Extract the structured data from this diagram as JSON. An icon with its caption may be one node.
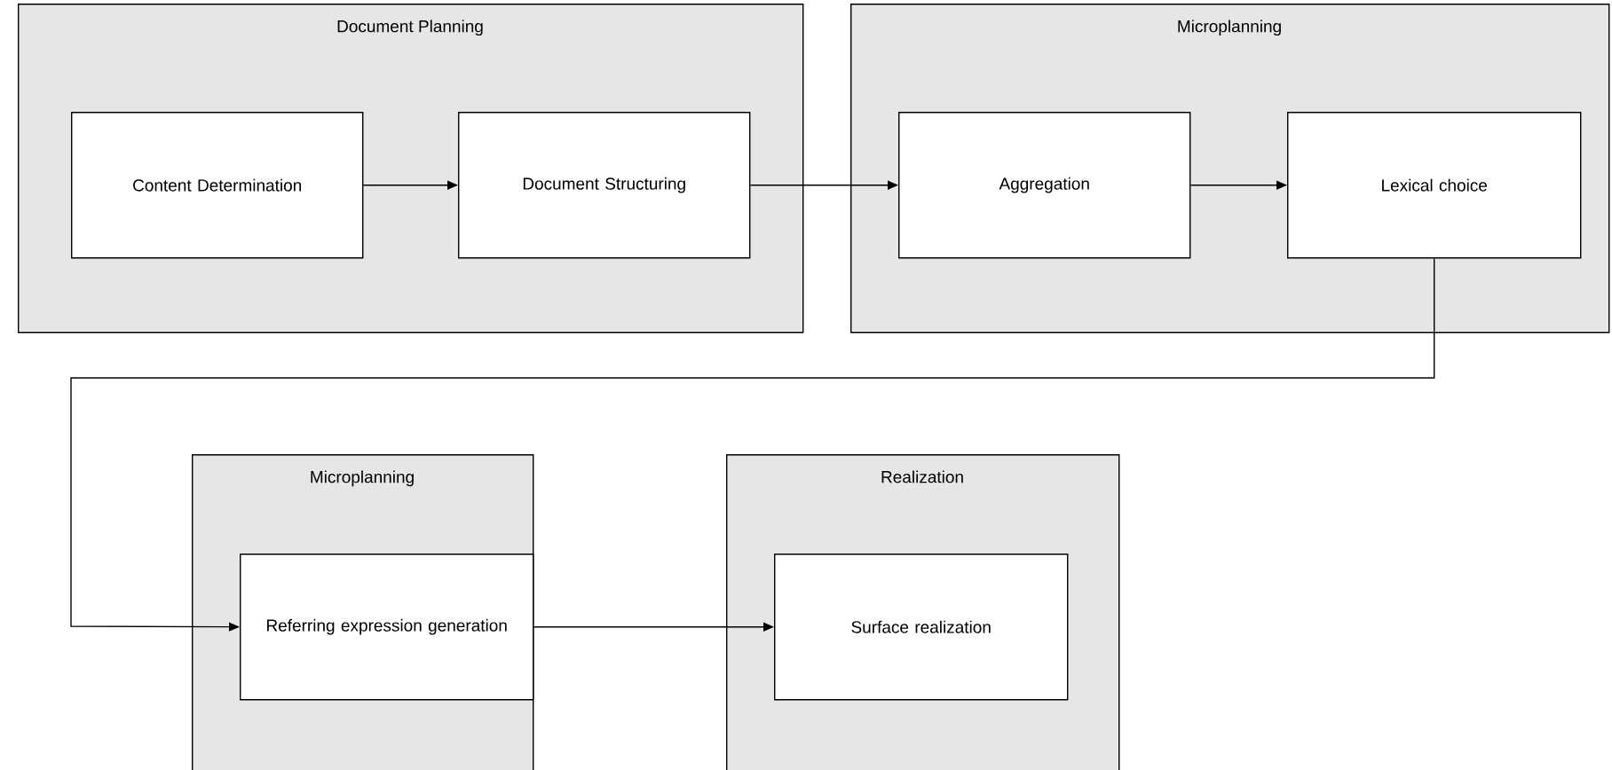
{
  "diagram": {
    "nodes": [
      {
        "text": [
          "Document Planning"
        ]
      },
      {
        "text": [
          "Content Determination"
        ],
        "in": 0
      },
      {
        "text": [
          "Document Structuring"
        ],
        "in": 0
      },
      {
        "text": [
          "Microplanning"
        ]
      },
      {
        "text": [
          "Aggregation"
        ],
        "in": 3
      },
      {
        "text": [
          "Lexical choice"
        ],
        "in": 3
      },
      {
        "text": [
          "Microplanning"
        ]
      },
      {
        "text": [
          "Referring expression generation"
        ],
        "in": 6
      },
      {
        "text": [
          "Realization"
        ]
      },
      {
        "text": [
          "Surface realization"
        ],
        "in": 8
      }
    ],
    "edges": [
      {
        "from": 1,
        "to": 2,
        "arrow": "to"
      },
      {
        "from": 2,
        "to": 4,
        "arrow": "to"
      },
      {
        "from": 4,
        "to": 5,
        "arrow": "to"
      },
      {
        "from": 5,
        "to": 7,
        "arrow": "to"
      },
      {
        "from": 7,
        "to": 9,
        "arrow": "to"
      }
    ]
  }
}
